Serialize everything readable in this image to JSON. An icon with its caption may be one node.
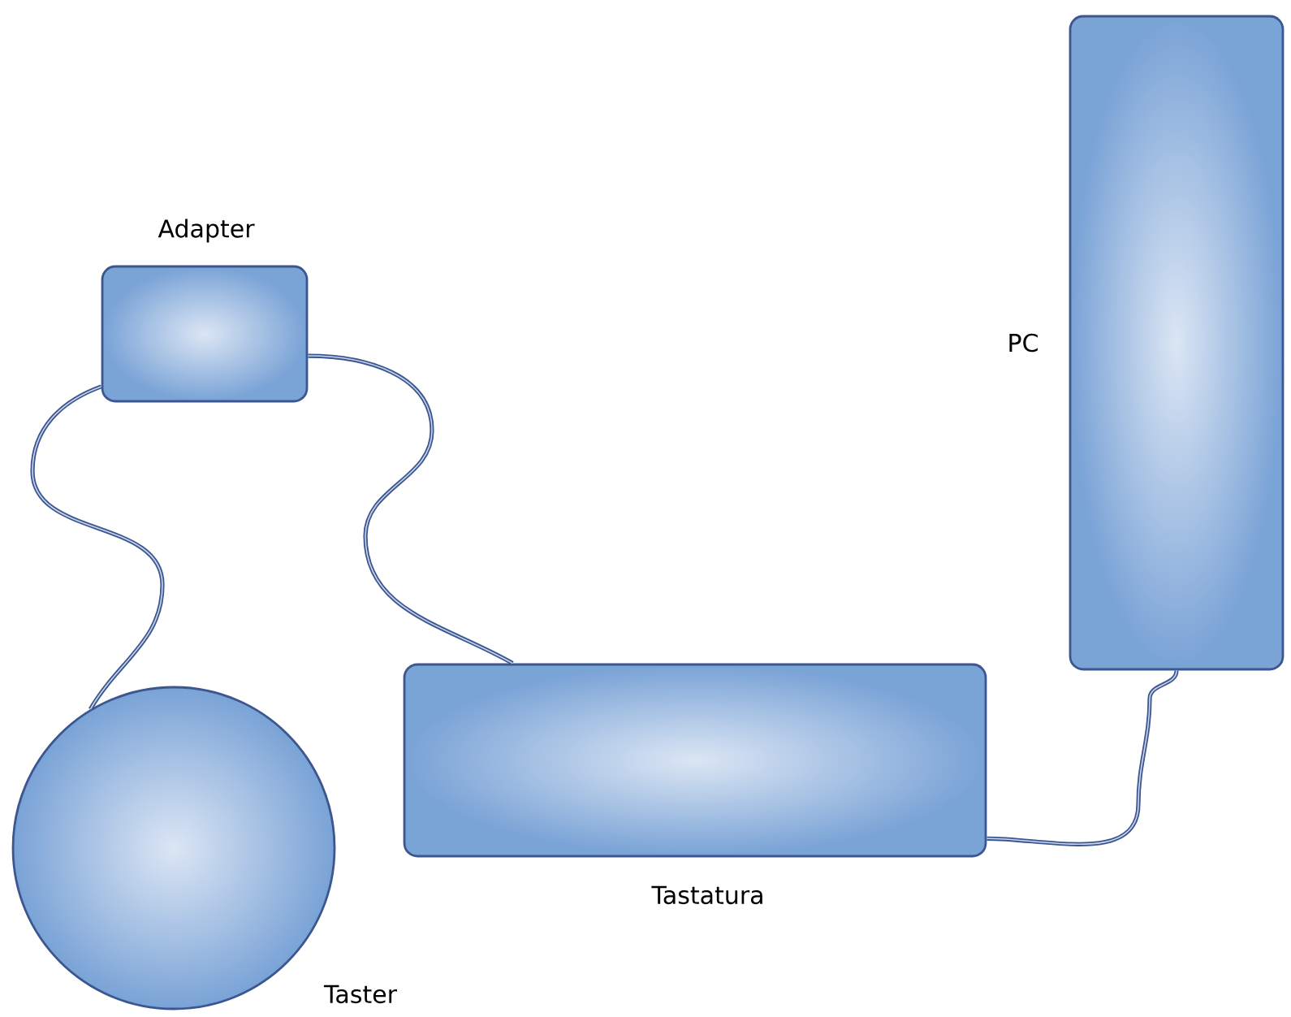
{
  "diagram": {
    "nodes": [
      {
        "text": [
          "Adapter"
        ]
      },
      {
        "text": [
          "Taster"
        ]
      },
      {
        "text": [
          "Tastatura"
        ]
      },
      {
        "text": [
          "PC"
        ]
      }
    ],
    "edges": [
      {
        "from": 0,
        "to": 1,
        "arrow": "none"
      },
      {
        "from": 0,
        "to": 2,
        "arrow": "none"
      },
      {
        "from": 2,
        "to": 3,
        "arrow": "none"
      }
    ]
  }
}
